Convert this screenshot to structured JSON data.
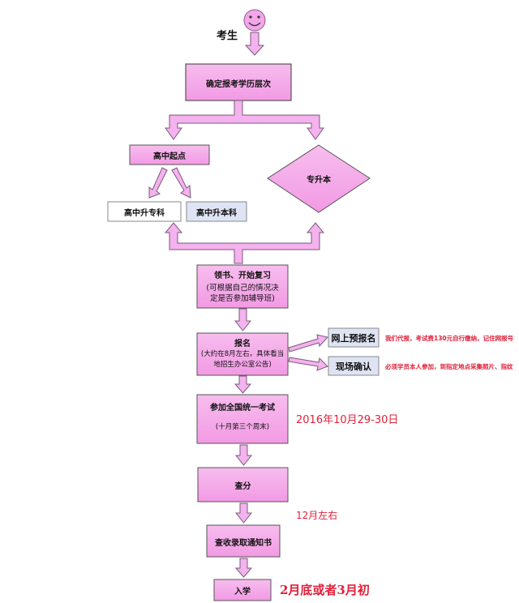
{
  "colors": {
    "box_fill": "#f4a6e8",
    "box_stroke": "#5a5a5a",
    "arrow_fill": "#f4b2ee",
    "arrow_stroke": "#7a5a7a",
    "note_red": "#e0203a",
    "light_box_fill": "#dfe4f4"
  },
  "icons": {
    "start": "smiley-face-icon"
  },
  "start_label": "考生",
  "nodes": {
    "determine_level": "确定报考学历层次",
    "high_school_start": "高中起点",
    "hs_to_junior": "高中升专科",
    "hs_to_bachelor": "高中升本科",
    "junior_to_bachelor": "专升本",
    "get_books": {
      "title": "领书、开始复习",
      "line1": "(可根据自己的情况决",
      "line2": "定是否参加辅导班)"
    },
    "register": {
      "title": "报名",
      "line1": "(大约在8月左右，具体看当",
      "line2": "地招生办公室公告)"
    },
    "online_prereg": "网上预报名",
    "onsite_confirm": "现场确认",
    "exam": {
      "title": "参加全国统一考试",
      "line1": "(十月第三个周末)"
    },
    "check_score": "查分",
    "check_admission": "查收录取通知书",
    "enroll": "入学"
  },
  "notes": {
    "online_prereg": "我们代报，考试费130元自行缴纳，记住网报号",
    "onsite_confirm": "必须学员本人参加，到指定地点采集照片、指纹",
    "exam_date": "2016年10月29-30日",
    "score_date": "12月左右",
    "enroll_date": "2月底或者3月初"
  }
}
